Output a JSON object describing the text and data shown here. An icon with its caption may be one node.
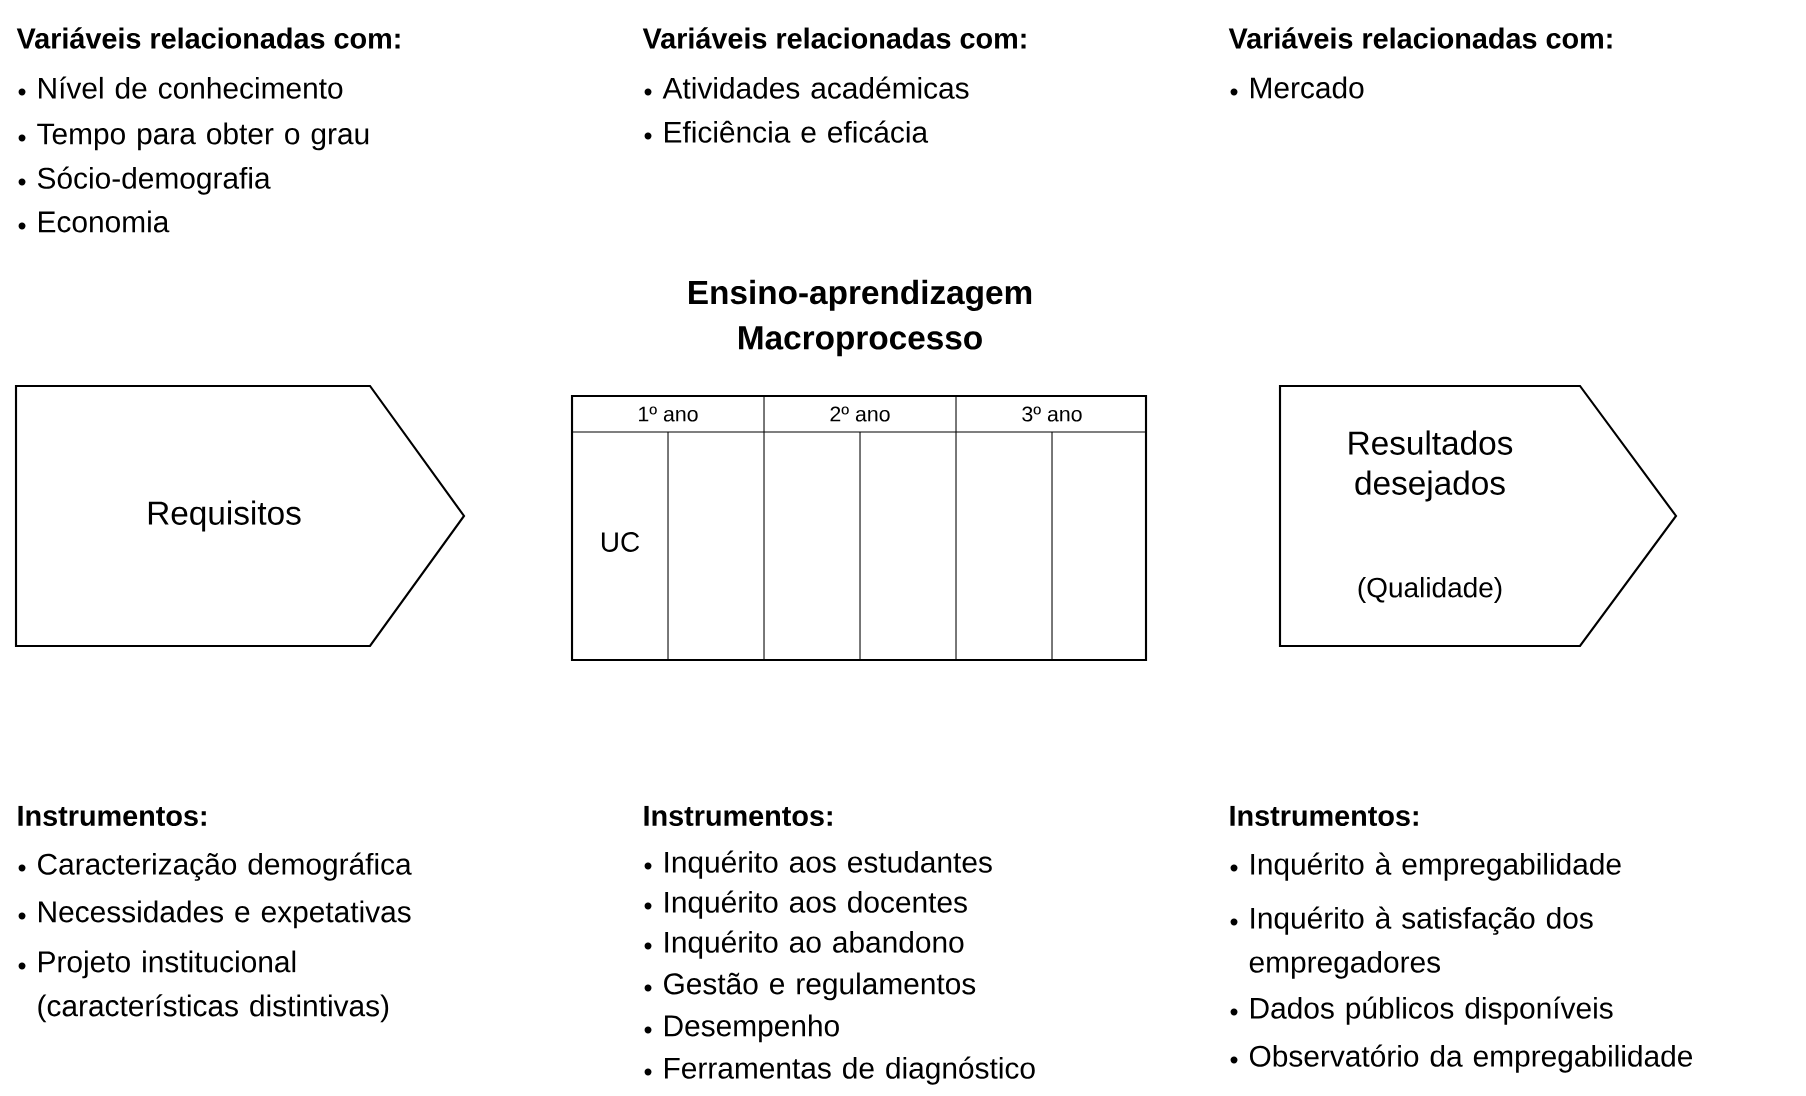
{
  "diagram": {
    "nodes": [
      {
        "text": [
          "Requisitos"
        ]
      },
      {
        "text": [
          "Ensino-aprendizagem Macroprocesso",
          "1º ano",
          "2º ano",
          "3º ano",
          "UC"
        ]
      },
      {
        "text": [
          "Resultados desejados",
          "(Qualidade)"
        ]
      }
    ],
    "labels": [
      "Variáveis relacionadas com:",
      "Nível de conhecimento",
      "Tempo para obter o grau",
      "Sócio-demografia",
      "Economia",
      "Variáveis relacionadas com:",
      "Atividades académicas",
      "Eficiência e eficácia",
      "Variáveis relacionadas com:",
      "Mercado",
      "Instrumentos:",
      "Caracterização demográfica",
      "Necessidades e expetativas",
      "Projeto institucional (características distintivas)",
      "Instrumentos:",
      "Inquérito aos estudantes",
      "Inquérito aos docentes",
      "Inquérito ao abandono",
      "Gestão e regulamentos",
      "Desempenho",
      "Ferramentas de diagnóstico",
      "Instrumentos:",
      "Inquérito à empregabilidade",
      "Inquérito à satisfação dos empregadores",
      "Dados públicos disponíveis",
      "Observatório da empregabilidade"
    ]
  }
}
